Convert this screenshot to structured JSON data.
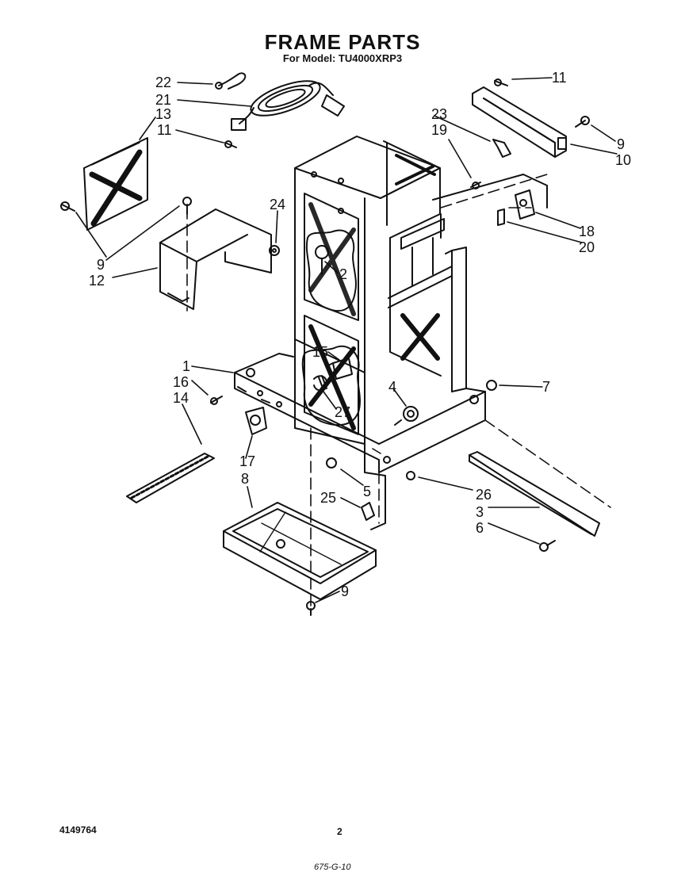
{
  "header": {
    "title": "FRAME PARTS",
    "subtitle": "For Model: TU4000XRP3"
  },
  "callouts": [
    {
      "id": "c22",
      "label": "22"
    },
    {
      "id": "c21",
      "label": "21"
    },
    {
      "id": "c13",
      "label": "13"
    },
    {
      "id": "c11a",
      "label": "11"
    },
    {
      "id": "c11b",
      "label": "11"
    },
    {
      "id": "c23",
      "label": "23"
    },
    {
      "id": "c19",
      "label": "19"
    },
    {
      "id": "c9a",
      "label": "9"
    },
    {
      "id": "c10",
      "label": "10"
    },
    {
      "id": "c24",
      "label": "24"
    },
    {
      "id": "c18",
      "label": "18"
    },
    {
      "id": "c20",
      "label": "20"
    },
    {
      "id": "c9b",
      "label": "9"
    },
    {
      "id": "c12",
      "label": "12"
    },
    {
      "id": "c2",
      "label": "2"
    },
    {
      "id": "c15",
      "label": "15"
    },
    {
      "id": "c1",
      "label": "1"
    },
    {
      "id": "c16",
      "label": "16"
    },
    {
      "id": "c14",
      "label": "14"
    },
    {
      "id": "c4",
      "label": "4"
    },
    {
      "id": "c7",
      "label": "7"
    },
    {
      "id": "c27",
      "label": "27"
    },
    {
      "id": "c17",
      "label": "17"
    },
    {
      "id": "c8",
      "label": "8"
    },
    {
      "id": "c5",
      "label": "5"
    },
    {
      "id": "c26",
      "label": "26"
    },
    {
      "id": "c25",
      "label": "25"
    },
    {
      "id": "c3",
      "label": "3"
    },
    {
      "id": "c6",
      "label": "6"
    },
    {
      "id": "c9c",
      "label": "9"
    }
  ],
  "footer": {
    "part_number": "4149764",
    "page_number": "2",
    "code": "675-G-10"
  }
}
